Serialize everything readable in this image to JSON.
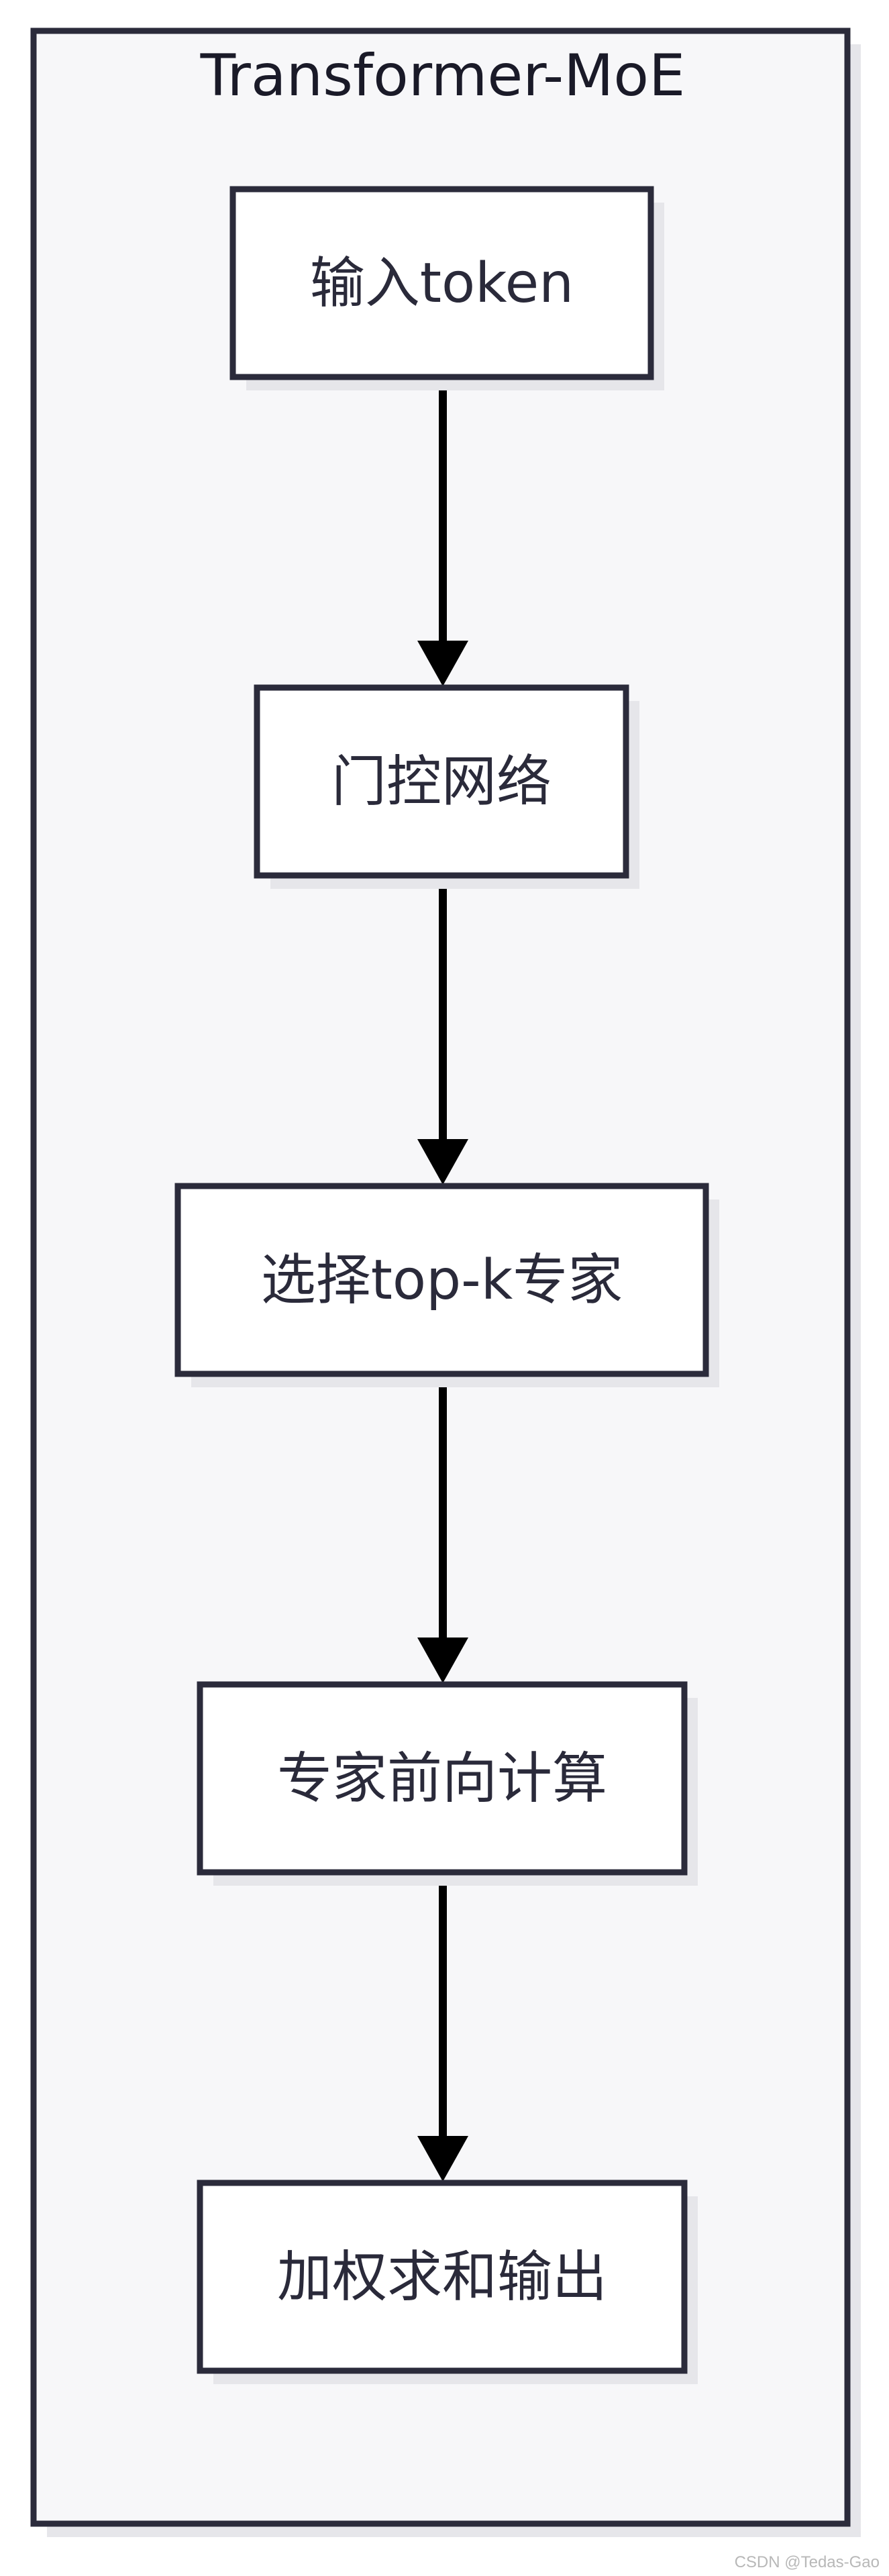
{
  "diagram": {
    "title": "Transformer-MoE",
    "nodes": [
      {
        "id": "input",
        "label": "输入token"
      },
      {
        "id": "gate",
        "label": "门控网络"
      },
      {
        "id": "topk",
        "label": "选择top-k专家"
      },
      {
        "id": "experts",
        "label": "专家前向计算"
      },
      {
        "id": "output",
        "label": "加权求和输出"
      }
    ],
    "edges": [
      {
        "from": "input",
        "to": "gate"
      },
      {
        "from": "gate",
        "to": "topk"
      },
      {
        "from": "topk",
        "to": "experts"
      },
      {
        "from": "experts",
        "to": "output"
      }
    ]
  },
  "colors": {
    "background": "#ffffff",
    "cluster_fill": "#f7f7f9",
    "stroke": "#2b2b3b",
    "node_fill": "#ffffff",
    "shadow": "#e6e6ea",
    "arrow": "#000000",
    "watermark": "#b8b8b8"
  },
  "watermark": "CSDN @Tedas-Gao"
}
